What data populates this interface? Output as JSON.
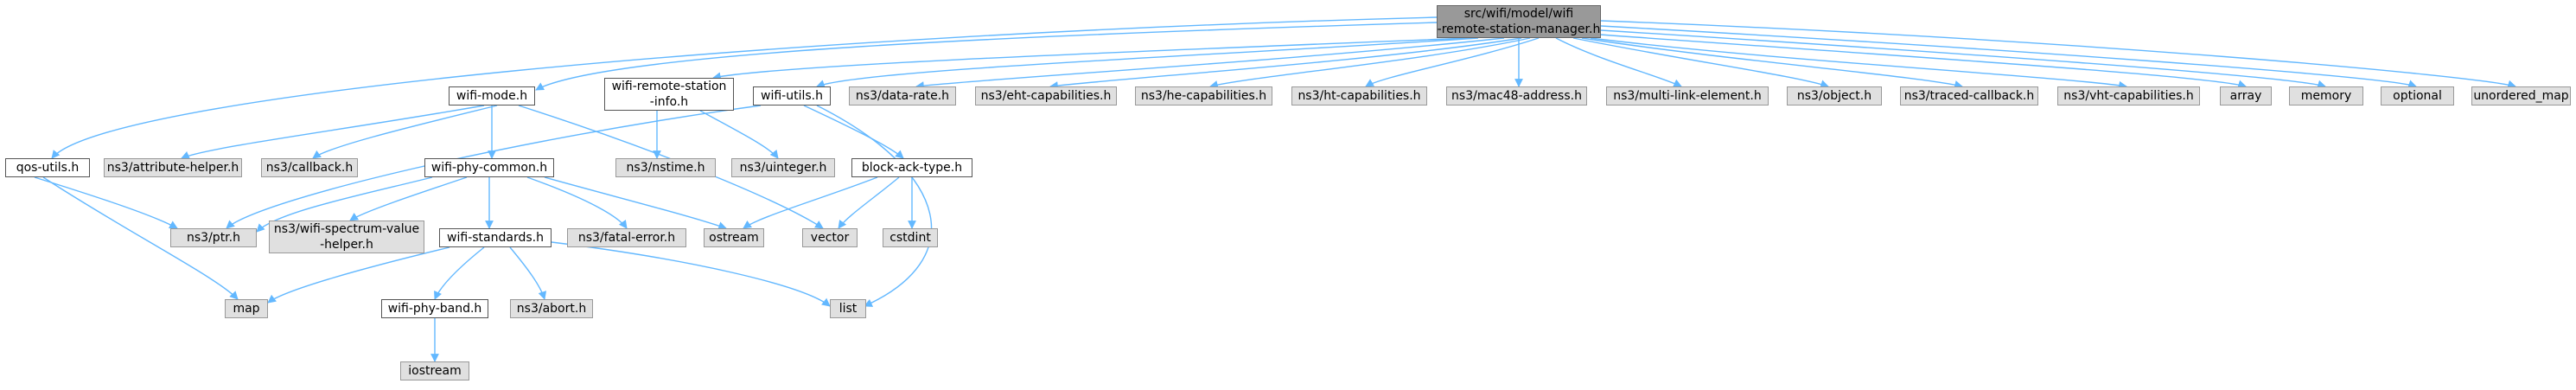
{
  "colors": {
    "edge": "#63b8ff",
    "root_fill": "#999999",
    "local_fill": "#ffffff",
    "external_fill": "#e0e0e0"
  },
  "nodes": {
    "root": "src/wifi/model/wifi\n-remote-station-manager.h",
    "wifi_mode": "wifi-mode.h",
    "wifi_remote_station_info": "wifi-remote-station\n-info.h",
    "wifi_utils": "wifi-utils.h",
    "data_rate": "ns3/data-rate.h",
    "eht_capabilities": "ns3/eht-capabilities.h",
    "he_capabilities": "ns3/he-capabilities.h",
    "ht_capabilities": "ns3/ht-capabilities.h",
    "mac48_address": "ns3/mac48-address.h",
    "multi_link_element": "ns3/multi-link-element.h",
    "object": "ns3/object.h",
    "traced_callback": "ns3/traced-callback.h",
    "vht_capabilities": "ns3/vht-capabilities.h",
    "array": "array",
    "memory": "memory",
    "optional": "optional",
    "unordered_map": "unordered_map",
    "qos_utils": "qos-utils.h",
    "attribute_helper": "ns3/attribute-helper.h",
    "callback": "ns3/callback.h",
    "wifi_phy_common": "wifi-phy-common.h",
    "nstime": "ns3/nstime.h",
    "uinteger": "ns3/uinteger.h",
    "block_ack_type": "block-ack-type.h",
    "ptr": "ns3/ptr.h",
    "wifi_spectrum_value_helper": "ns3/wifi-spectrum-value\n-helper.h",
    "wifi_standards": "wifi-standards.h",
    "fatal_error": "ns3/fatal-error.h",
    "ostream": "ostream",
    "vector": "vector",
    "cstdint": "cstdint",
    "map": "map",
    "wifi_phy_band": "wifi-phy-band.h",
    "abort": "ns3/abort.h",
    "list": "list",
    "iostream": "iostream"
  }
}
